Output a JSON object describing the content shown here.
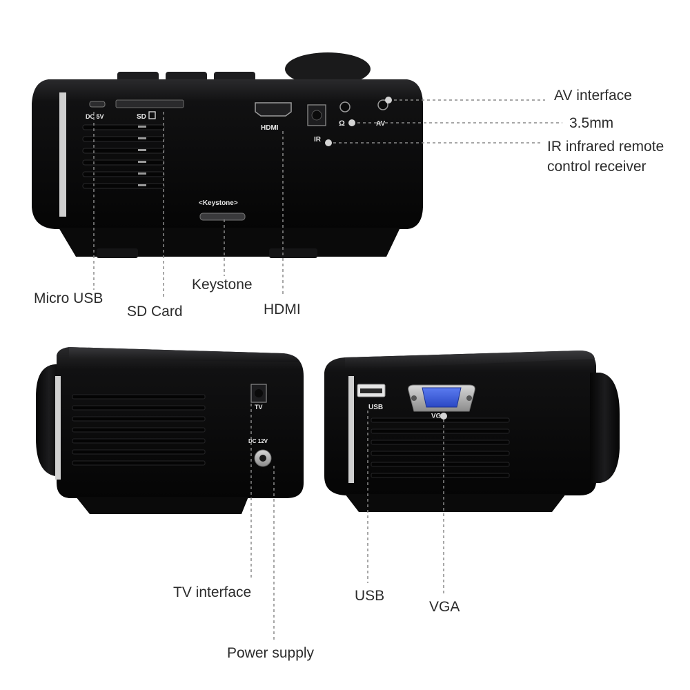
{
  "colors": {
    "body": "#0c0c0d",
    "leader": "#8a8a8a",
    "label": "#2b2b2b",
    "vga": "#3a5bd8"
  },
  "top_view": {
    "port_text": {
      "dc": "DC 5V",
      "sd": "SD",
      "hdmi": "HDMI",
      "ir": "IR",
      "av": "AV",
      "keystone": "<Keystone>"
    },
    "callouts": {
      "av_interface": "AV interface",
      "mm35": "3.5mm",
      "ir_line1": "IR infrared remote",
      "ir_line2": "control receiver",
      "micro_usb": "Micro USB",
      "keystone": "Keystone",
      "sd_card": "SD Card",
      "hdmi": "HDMI"
    }
  },
  "left_view": {
    "port_text": {
      "tv": "TV",
      "dc": "DC 12V"
    },
    "callouts": {
      "tv_interface": "TV interface",
      "power_supply": "Power supply"
    }
  },
  "right_view": {
    "port_text": {
      "usb": "USB",
      "vga": "VGA"
    },
    "callouts": {
      "usb": "USB",
      "vga": "VGA"
    }
  }
}
